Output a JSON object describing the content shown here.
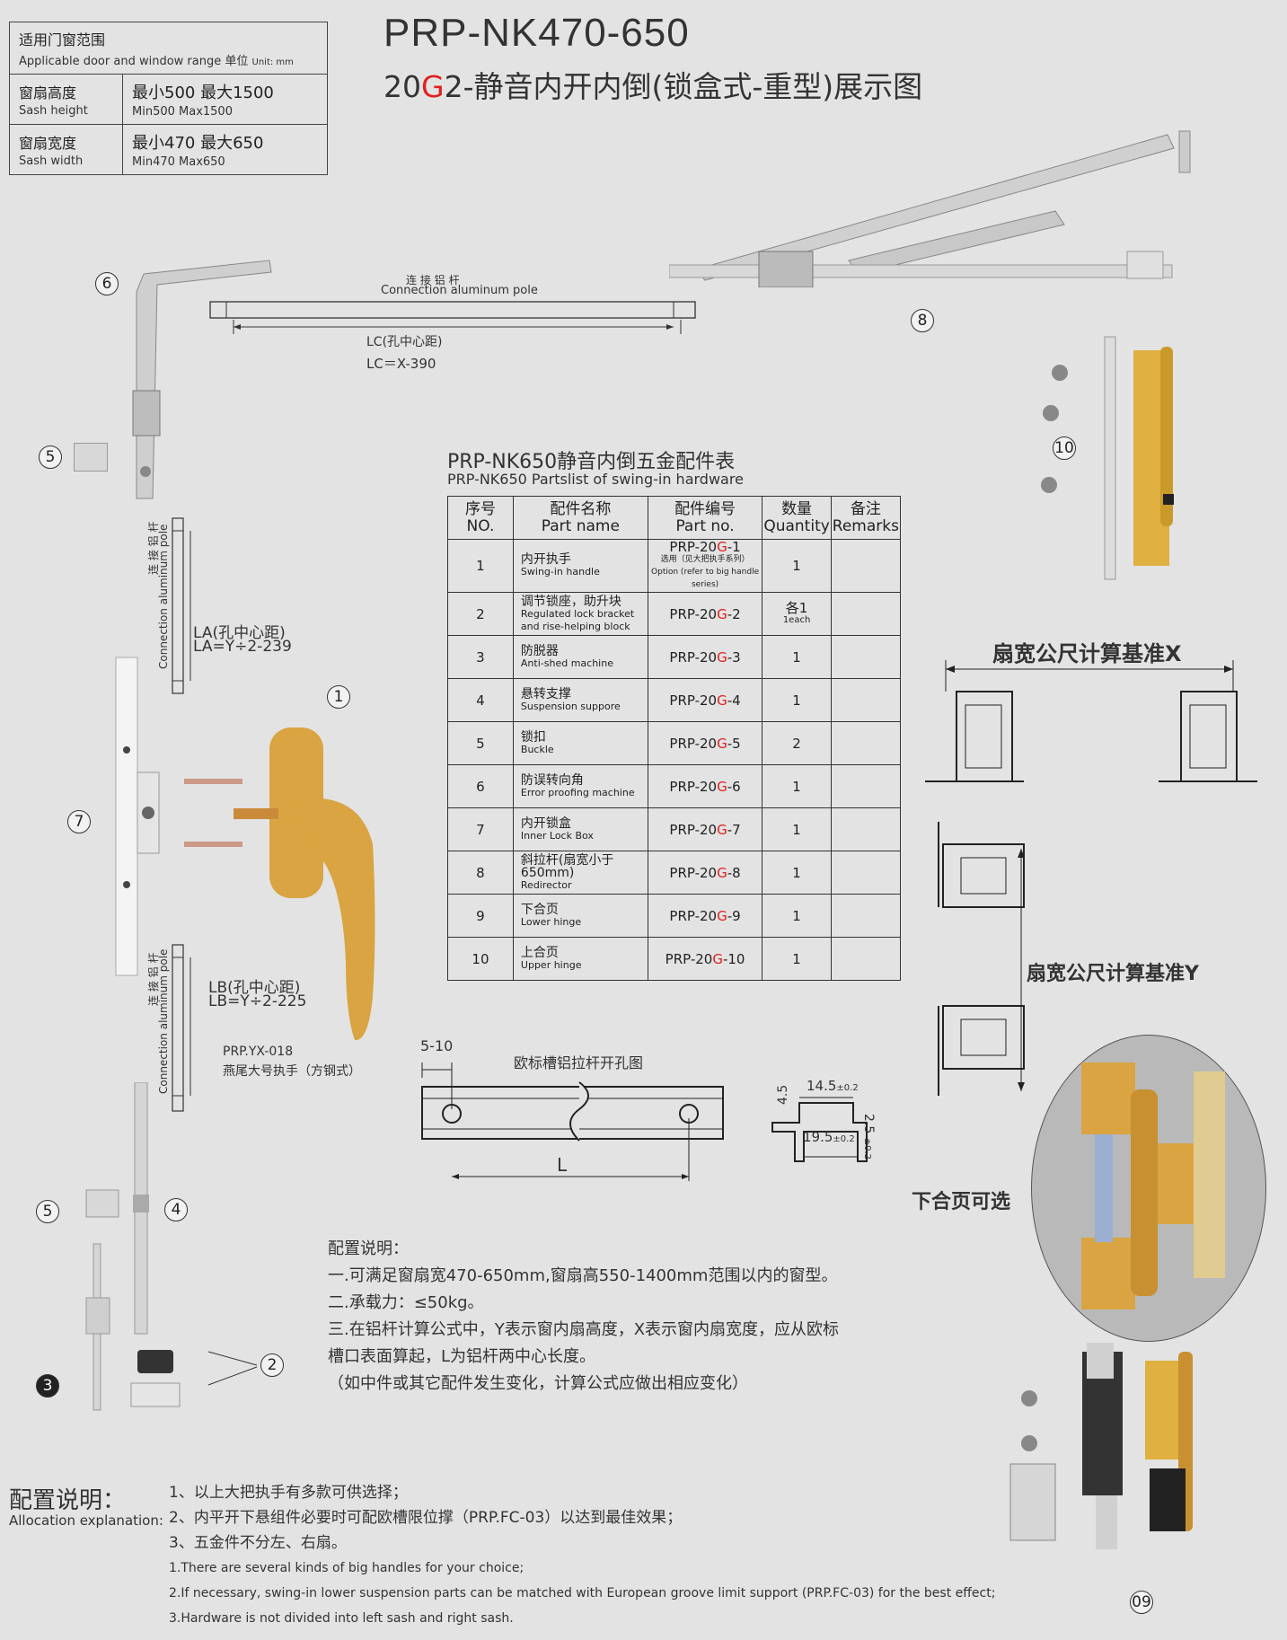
{
  "range": {
    "title_zh": "适用门窗范围",
    "title_en": "Applicable door and window range",
    "unit_zh": "单位",
    "unit_en": "Unit: mm",
    "rows": [
      {
        "label_zh": "窗扇高度",
        "label_en": "Sash height",
        "value_zh": "最小500  最大1500",
        "value_en": "Min500  Max1500"
      },
      {
        "label_zh": "窗扇宽度",
        "label_en": "Sash width",
        "value_zh": "最小470  最大650",
        "value_en": "Min470  Max650"
      }
    ]
  },
  "title": {
    "model": "PRP-NK470-650",
    "sub_prefix": "20",
    "sub_red": "G",
    "sub_rest": "2-静音内开内倒(锁盒式-重型)展示图"
  },
  "parts_table": {
    "title_zh": "PRP-NK650静音内倒五金配件表",
    "title_en": "PRP-NK650 Partslist of swing-in hardware",
    "headers": [
      {
        "zh": "序号",
        "en": "NO."
      },
      {
        "zh": "配件名称",
        "en": "Part name"
      },
      {
        "zh": "配件编号",
        "en": "Part no."
      },
      {
        "zh": "数量",
        "en": "Quantity"
      },
      {
        "zh": "备注",
        "en": "Remarks"
      }
    ],
    "rows": [
      {
        "no": "1",
        "name_zh": "内开执手",
        "name_en": "Swing-in handle",
        "pn_a": "PRP-20",
        "pn_b": "G",
        "pn_c": "-1",
        "pn_note_zh": "选用（见大把执手系列）",
        "pn_note_en": "Option (refer to big handle series)",
        "qty": "1",
        "qty_note": ""
      },
      {
        "no": "2",
        "name_zh": "调节锁座，助升块",
        "name_en": "Regulated lock bracket and rise-helping block",
        "pn_a": "PRP-20",
        "pn_b": "G",
        "pn_c": "-2",
        "pn_note_zh": "",
        "pn_note_en": "",
        "qty": "各1",
        "qty_note": "1each"
      },
      {
        "no": "3",
        "name_zh": "防脱器",
        "name_en": "Anti-shed machine",
        "pn_a": "PRP-20",
        "pn_b": "G",
        "pn_c": "-3",
        "pn_note_zh": "",
        "pn_note_en": "",
        "qty": "1",
        "qty_note": ""
      },
      {
        "no": "4",
        "name_zh": "悬转支撑",
        "name_en": "Suspension suppore",
        "pn_a": "PRP-20",
        "pn_b": "G",
        "pn_c": "-4",
        "pn_note_zh": "",
        "pn_note_en": "",
        "qty": "1",
        "qty_note": ""
      },
      {
        "no": "5",
        "name_zh": "锁扣",
        "name_en": "Buckle",
        "pn_a": "PRP-20",
        "pn_b": "G",
        "pn_c": "-5",
        "pn_note_zh": "",
        "pn_note_en": "",
        "qty": "2",
        "qty_note": ""
      },
      {
        "no": "6",
        "name_zh": "防误转向角",
        "name_en": "Error proofing machine",
        "pn_a": "PRP-20",
        "pn_b": "G",
        "pn_c": "-6",
        "pn_note_zh": "",
        "pn_note_en": "",
        "qty": "1",
        "qty_note": ""
      },
      {
        "no": "7",
        "name_zh": "内开锁盒",
        "name_en": "Inner Lock Box",
        "pn_a": "PRP-20",
        "pn_b": "G",
        "pn_c": "-7",
        "pn_note_zh": "",
        "pn_note_en": "",
        "qty": "1",
        "qty_note": ""
      },
      {
        "no": "8",
        "name_zh": "斜拉杆(扇宽小于650mm)",
        "name_en": "Redirector",
        "pn_a": "PRP-20",
        "pn_b": "G",
        "pn_c": "-8",
        "pn_note_zh": "",
        "pn_note_en": "",
        "qty": "1",
        "qty_note": ""
      },
      {
        "no": "9",
        "name_zh": "下合页",
        "name_en": "Lower hinge",
        "pn_a": "PRP-20",
        "pn_b": "G",
        "pn_c": "-9",
        "pn_note_zh": "",
        "pn_note_en": "",
        "qty": "1",
        "qty_note": ""
      },
      {
        "no": "10",
        "name_zh": "上合页",
        "name_en": "Upper hinge",
        "pn_a": "PRP-20",
        "pn_b": "G",
        "pn_c": "-10",
        "pn_note_zh": "",
        "pn_note_en": "",
        "qty": "1",
        "qty_note": ""
      }
    ]
  },
  "callouts": {
    "n1": "1",
    "n2": "2",
    "n3": "3",
    "n4": "4",
    "n5a": "5",
    "n5b": "5",
    "n6": "6",
    "n7": "7",
    "n8": "8",
    "n10": "10",
    "n09": "09"
  },
  "labels": {
    "pole_zh": "连  接  铝  杆",
    "pole_en": "Connection aluminum pole",
    "lc_zh": "LC(孔中心距)",
    "lc_formula": "LC＝X-390",
    "la_zh": "LA(孔中心距)",
    "la_formula": "LA=Y÷2-239",
    "lb_zh": "LB(孔中心距)",
    "lb_formula": "LB=Y÷2-225",
    "pole_vert_zh": "连  接  铝  杆",
    "pole_vert_en": "Connection aluminum pole",
    "handle_code": "PRP.YX-018",
    "handle_name": "燕尾大号执手（方钢式）",
    "groove_title": "欧标槽铝拉杆开孔图",
    "dim_5_10": "5-10",
    "dim_L": "L",
    "dim_45": "4.5",
    "dim_145": "14.5",
    "dim_195": "19.5",
    "dim_25": "2.5",
    "tol": "±0.2",
    "base_x": "扇宽公尺计算基准X",
    "base_y": "扇宽公尺计算基准Y",
    "lower_hinge_opt": "下合页可选"
  },
  "notes": {
    "title": "配置说明：",
    "lines": [
      "一.可满足窗扇宽470-650mm,窗扇高550-1400mm范围以内的窗型。",
      "二.承载力：≤50kg。",
      "三.在铝杆计算公式中，Y表示窗内扇高度，X表示窗内扇宽度，应从欧标",
      "槽口表面算起，L为铝杆两中心长度。",
      "（如中件或其它配件发生变化，计算公式应做出相应变化）"
    ]
  },
  "allocation": {
    "title_zh": "配置说明：",
    "title_en": "Allocation explanation:",
    "items_zh": [
      "1、以上大把执手有多款可供选择；",
      "2、内平开下悬组件必要时可配欧槽限位撑（PRP.FC-03）以达到最佳效果；",
      "3、五金件不分左、右扇。"
    ],
    "items_en": [
      "1.There are several kinds of big handles for your choice;",
      "2.If necessary, swing-in lower suspension parts can be matched with European groove limit support (PRP.FC-03) for the best effect;",
      "3.Hardware is not divided into left sash and right sash."
    ]
  },
  "colors": {
    "accent_red": "#e0201f",
    "gold": "#d9a441",
    "silver": "#c8c8c8",
    "background": "#e3e3e3"
  }
}
